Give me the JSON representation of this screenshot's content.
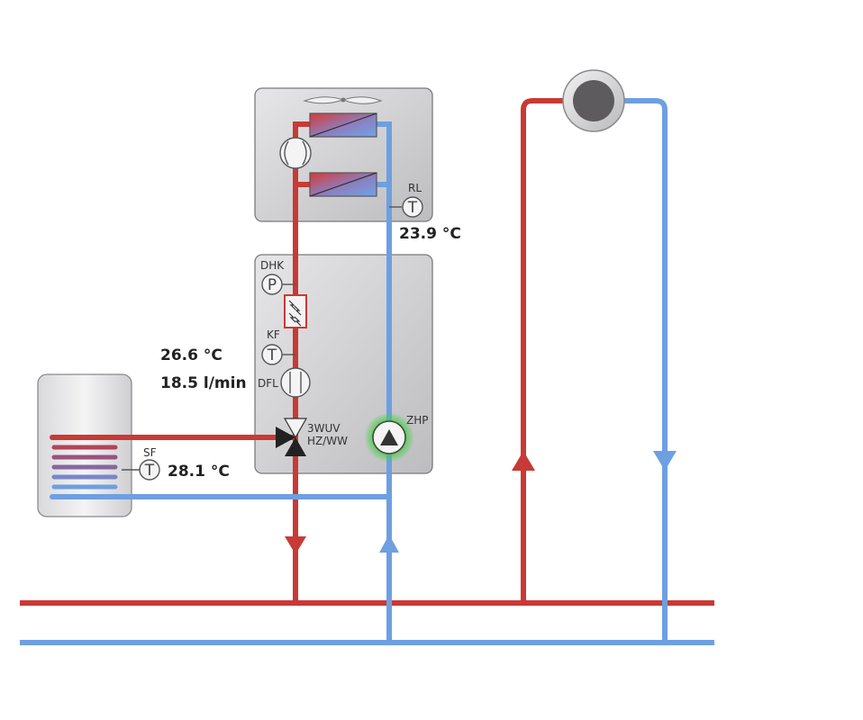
{
  "labels": {
    "dhk": "DHK",
    "kf": "KF",
    "dfl": "DFL",
    "rl": "RL",
    "sf": "SF",
    "zhp": "ZHP",
    "valve_line1": "3WUV",
    "valve_line2": "HZ/WW"
  },
  "symbols": {
    "pressure": "P",
    "temperature": "T"
  },
  "readings": {
    "supply_temp": "26.6 °C",
    "flow_rate": "18.5 l/min",
    "return_temp": "23.9 °C",
    "storage_temp": "28.1 °C"
  },
  "colors": {
    "hot": "#c83a35",
    "cold": "#6e9fe0",
    "housing": "#d2d2d4",
    "pump_active_glow": "#3fcf3f"
  },
  "icons": {
    "fan": "fan-icon",
    "compressor": "compressor-icon",
    "heat_exchanger": "heat-exchanger-icon",
    "pressure_sensor": "pressure-sensor-icon",
    "temperature_sensor": "temperature-sensor-icon",
    "heater": "electric-heater-icon",
    "flow_meter": "flow-meter-icon",
    "three_way_valve": "three-way-valve-icon",
    "pump": "circulation-pump-icon",
    "radiator": "heating-circuit-icon"
  }
}
